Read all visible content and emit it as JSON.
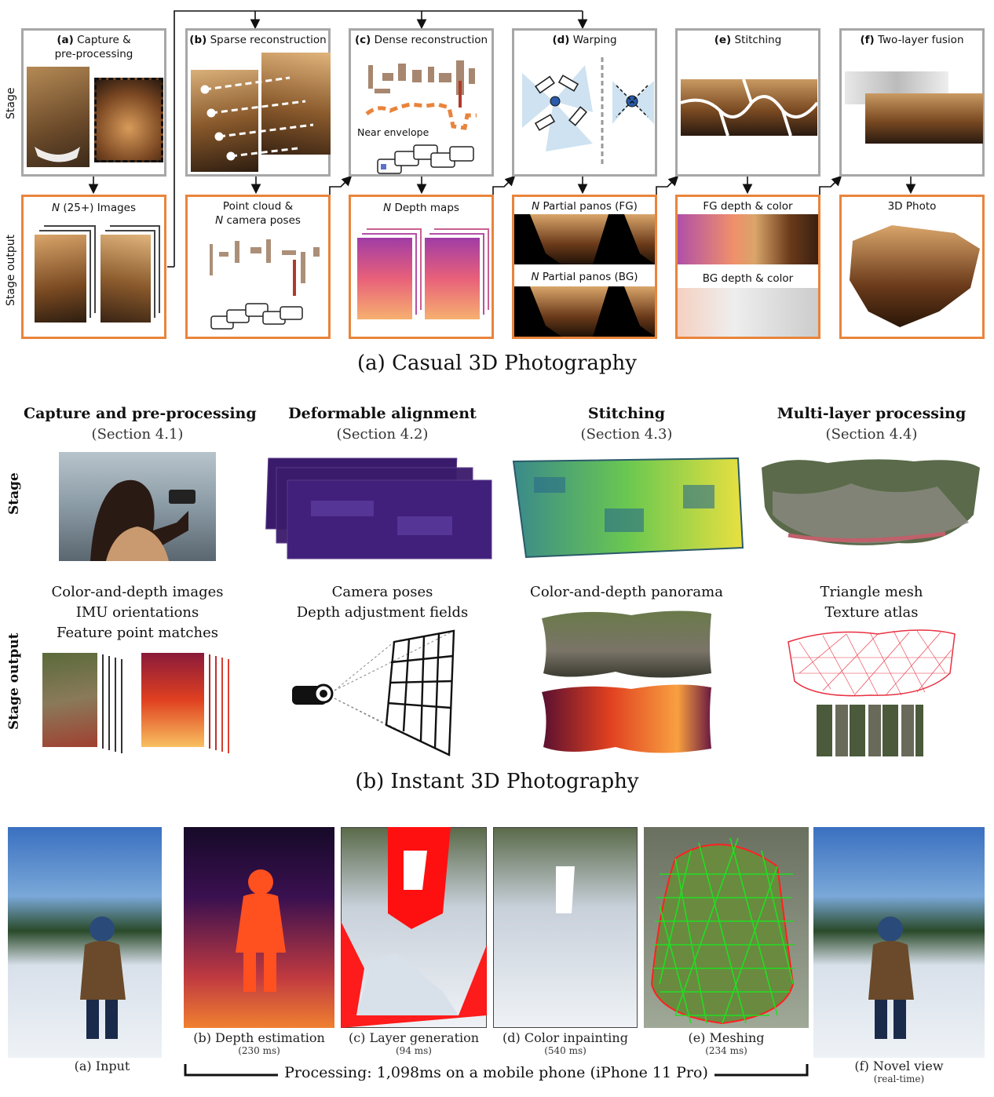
{
  "part_a": {
    "caption": "(a) Casual 3D Photography",
    "row_stage": "Stage",
    "row_output": "Stage output",
    "stages": [
      {
        "tag": "(a)",
        "line1": "Capture &",
        "line2": "pre-processing"
      },
      {
        "tag": "(b)",
        "line1": "Sparse reconstruction",
        "line2": ""
      },
      {
        "tag": "(c)",
        "line1": "Dense reconstruction",
        "line2": ""
      },
      {
        "tag": "(d)",
        "line1": "Warping",
        "line2": ""
      },
      {
        "tag": "(e)",
        "line1": "Stitching",
        "line2": ""
      },
      {
        "tag": "(f)",
        "line1": "Two-layer fusion",
        "line2": ""
      }
    ],
    "near_envelope": "Near envelope",
    "outputs": {
      "images": {
        "n": "N",
        "text": " (25+) Images"
      },
      "pointcloud_line1": "Point cloud &",
      "pointcloud_line2": {
        "n": "N",
        "text": " camera poses"
      },
      "depth": {
        "n": "N",
        "text": " Depth maps"
      },
      "panos_fg": {
        "n": "N",
        "text": " Partial panos (FG)"
      },
      "panos_bg": {
        "n": "N",
        "text": " Partial panos (BG)"
      },
      "fg_depth": "FG depth & color",
      "bg_depth": "BG depth & color",
      "photo3d": "3D Photo"
    }
  },
  "part_b": {
    "caption": "(b) Instant 3D Photography",
    "row_stage": "Stage",
    "row_output": "Stage output",
    "stages": [
      {
        "title": "Capture and pre-processing",
        "section": "(Section 4.1)",
        "outputs": [
          "Color-and-depth images",
          "IMU orientations",
          "Feature point matches"
        ]
      },
      {
        "title": "Deformable alignment",
        "section": "(Section 4.2)",
        "outputs": [
          "Camera poses",
          "Depth adjustment fields"
        ]
      },
      {
        "title": "Stitching",
        "section": "(Section 4.3)",
        "outputs": [
          "Color-and-depth panorama"
        ]
      },
      {
        "title": "Multi-layer processing",
        "section": "(Section 4.4)",
        "outputs": [
          "Triangle mesh",
          "Texture atlas"
        ]
      }
    ]
  },
  "part_c": {
    "panels": [
      {
        "label": "(a) Input",
        "time": ""
      },
      {
        "label": "(b) Depth estimation",
        "time": "(230 ms)"
      },
      {
        "label": "(c) Layer generation",
        "time": "(94 ms)"
      },
      {
        "label": "(d) Color inpainting",
        "time": "(540 ms)"
      },
      {
        "label": "(e) Meshing",
        "time": "(234 ms)"
      },
      {
        "label": "(f) Novel view",
        "time": "(real-time)"
      }
    ],
    "processing": "Processing: 1,098ms on a mobile phone (iPhone 11 Pro)"
  },
  "colors": {
    "stage_border": "#a7a7a7",
    "output_border": "#e9843c",
    "mesh_green": "#22dd22",
    "layer_red": "#ff1010"
  }
}
